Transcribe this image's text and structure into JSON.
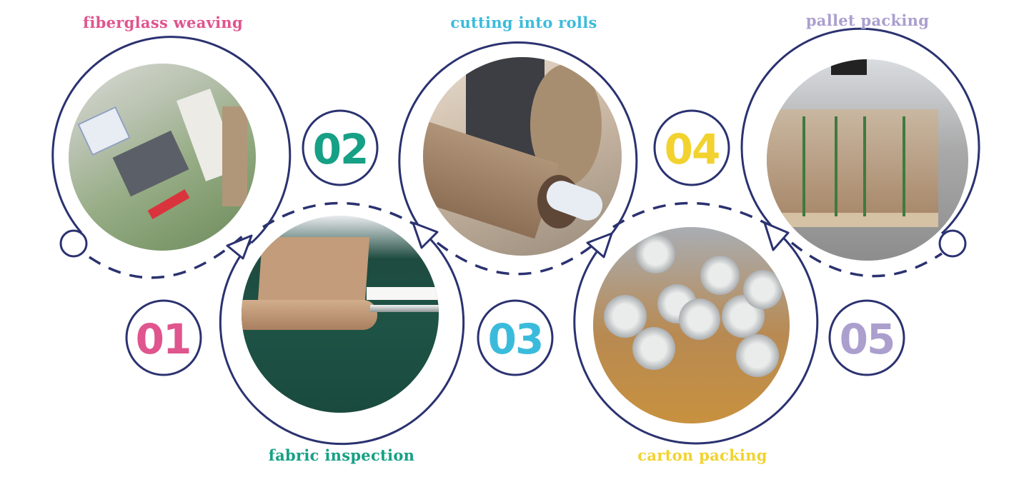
{
  "diagram": {
    "type": "process-flow",
    "ring_color": "#2b3270",
    "steps": [
      {
        "number": "01",
        "label": "fiberglass weaving",
        "color": "#e0558e",
        "photo": "weaving-loom-machine-photo"
      },
      {
        "number": "02",
        "label": "fabric inspection",
        "color": "#16a085",
        "photo": "fabric-inspection-machine-photo"
      },
      {
        "number": "03",
        "label": "cutting into rolls",
        "color": "#3bbbdc",
        "photo": "cutting-rolls-photo"
      },
      {
        "number": "04",
        "label": "carton packing",
        "color": "#f2d22e",
        "photo": "carton-rolls-photo"
      },
      {
        "number": "05",
        "label": "pallet packing",
        "color": "#ab9fce",
        "photo": "pallet-photo"
      }
    ]
  }
}
